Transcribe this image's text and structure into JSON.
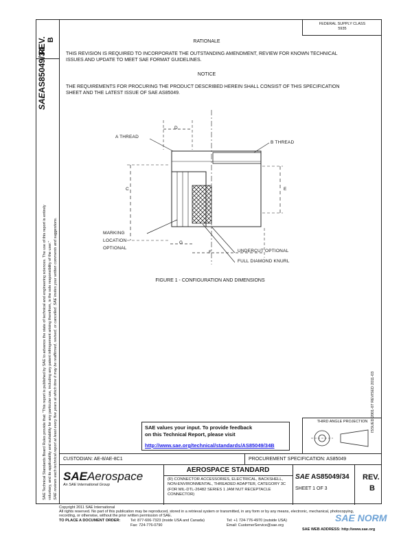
{
  "header": {
    "rev_label": "REV.",
    "rev_value": "B",
    "doc_number": "AS85049/34",
    "doc_prefix": "SAE",
    "stamp_line1": "FEDERAL SUPPLY CLASS",
    "stamp_line2": "5935"
  },
  "body": {
    "rationale_title": "RATIONALE",
    "rationale_text": "THIS REVISION IS REQUIRED TO INCORPORATE THE OUTSTANDING AMENDMENT, REVIEW FOR KNOWN TECHNICAL ISSUES AND UPDATE TO MEET SAE FORMAT GUIDELINES.",
    "notice_title": "NOTICE",
    "notice_text": "THE REQUIREMENTS FOR PROCURING THE PRODUCT DESCRIBED HEREIN SHALL CONSIST OF THIS SPECIFICATION SHEET AND THE LATEST ISSUE OF SAE AS85049."
  },
  "figure": {
    "label_d": "D",
    "label_a_thread": "A THREAD",
    "label_b_thread": "B THREAD",
    "label_c": "C",
    "label_e": "E",
    "label_g": "G",
    "label_f": "F",
    "label_marking_1": "MARKING",
    "label_marking_2": "LOCATION",
    "label_marking_3": "OPTIONAL",
    "label_undercut": "UNDERCUT OPTIONAL",
    "label_knurl": "FULL DIAMOND KNURL",
    "caption": "FIGURE 1 - CONFIGURATION AND DIMENSIONS"
  },
  "side": {
    "legal_1": "SAE Technical Standards Board Rules provide that: \"This report is published by SAE to advance the state of technical and engineering sciences. The use of this report is entirely",
    "legal_2": "voluntary, and its applicability and suitability for any particular use, including any patent infringement arising therefrom, is the sole responsibility of the user.\"",
    "legal_3": "SAE reviews each technical report at least every five years at which time it may be reaffirmed, revised, or cancelled. SAE invites your written comments and suggestions.",
    "issued_revised": "ISSUED 2001-07   REVISED 2011-03",
    "third_angle": "THIRD ANGLE PROJECTION"
  },
  "feedback": {
    "line1": "SAE values your input. To provide feedback",
    "line2": "on this Technical Report, please visit",
    "url": "http://www.sae.org/technical/standards/AS85049/34B"
  },
  "title_block": {
    "custodian": "CUSTODIAN: AE-8/AE-8C1",
    "procurement": "PROCUREMENT SPECIFICATION: AS85049",
    "brand_bold": "SAE",
    "brand_light": "Aerospace",
    "brand_sub": "An SAE International Group",
    "standard_title": "AEROSPACE STANDARD",
    "description": "(R) CONNECTOR ACCESSORIES, ELECTRICAL, BACKSHELL, NON-ENVIRONMENTAL, THREADED ADAPTER, CATEGORY 3C (FOR MIL-DTL-26482 SERIES 1 JAM NUT RECEPTACLE CONNECTOR)",
    "sae_small": "SAE",
    "doc_number": "AS85049/34",
    "sheet": "SHEET 1 OF 3",
    "rev_label": "REV.",
    "rev_value": "B"
  },
  "footer": {
    "copyright": "Copyright 2011 SAE International",
    "rights": "All rights reserved. No part of this publication may be reproduced, stored in a retrieval system or transmitted, in any form or by any means, electronic, mechanical, photocopying,",
    "rights2": "recording, or otherwise, without the prior written permission of SAE.",
    "order_label": "TO PLACE A DOCUMENT ORDER:",
    "tel1": "Tel: 877-606-7323 (inside USA and Canada)",
    "tel2": "Tel: +1 724-776-4970 (outside USA)",
    "fax": "Fax: 724-776-0790",
    "email": "Email: CustomerService@sae.org",
    "web": "SAE WEB ADDRESS: http://www.sae.org",
    "watermark": "SAE NORM"
  }
}
